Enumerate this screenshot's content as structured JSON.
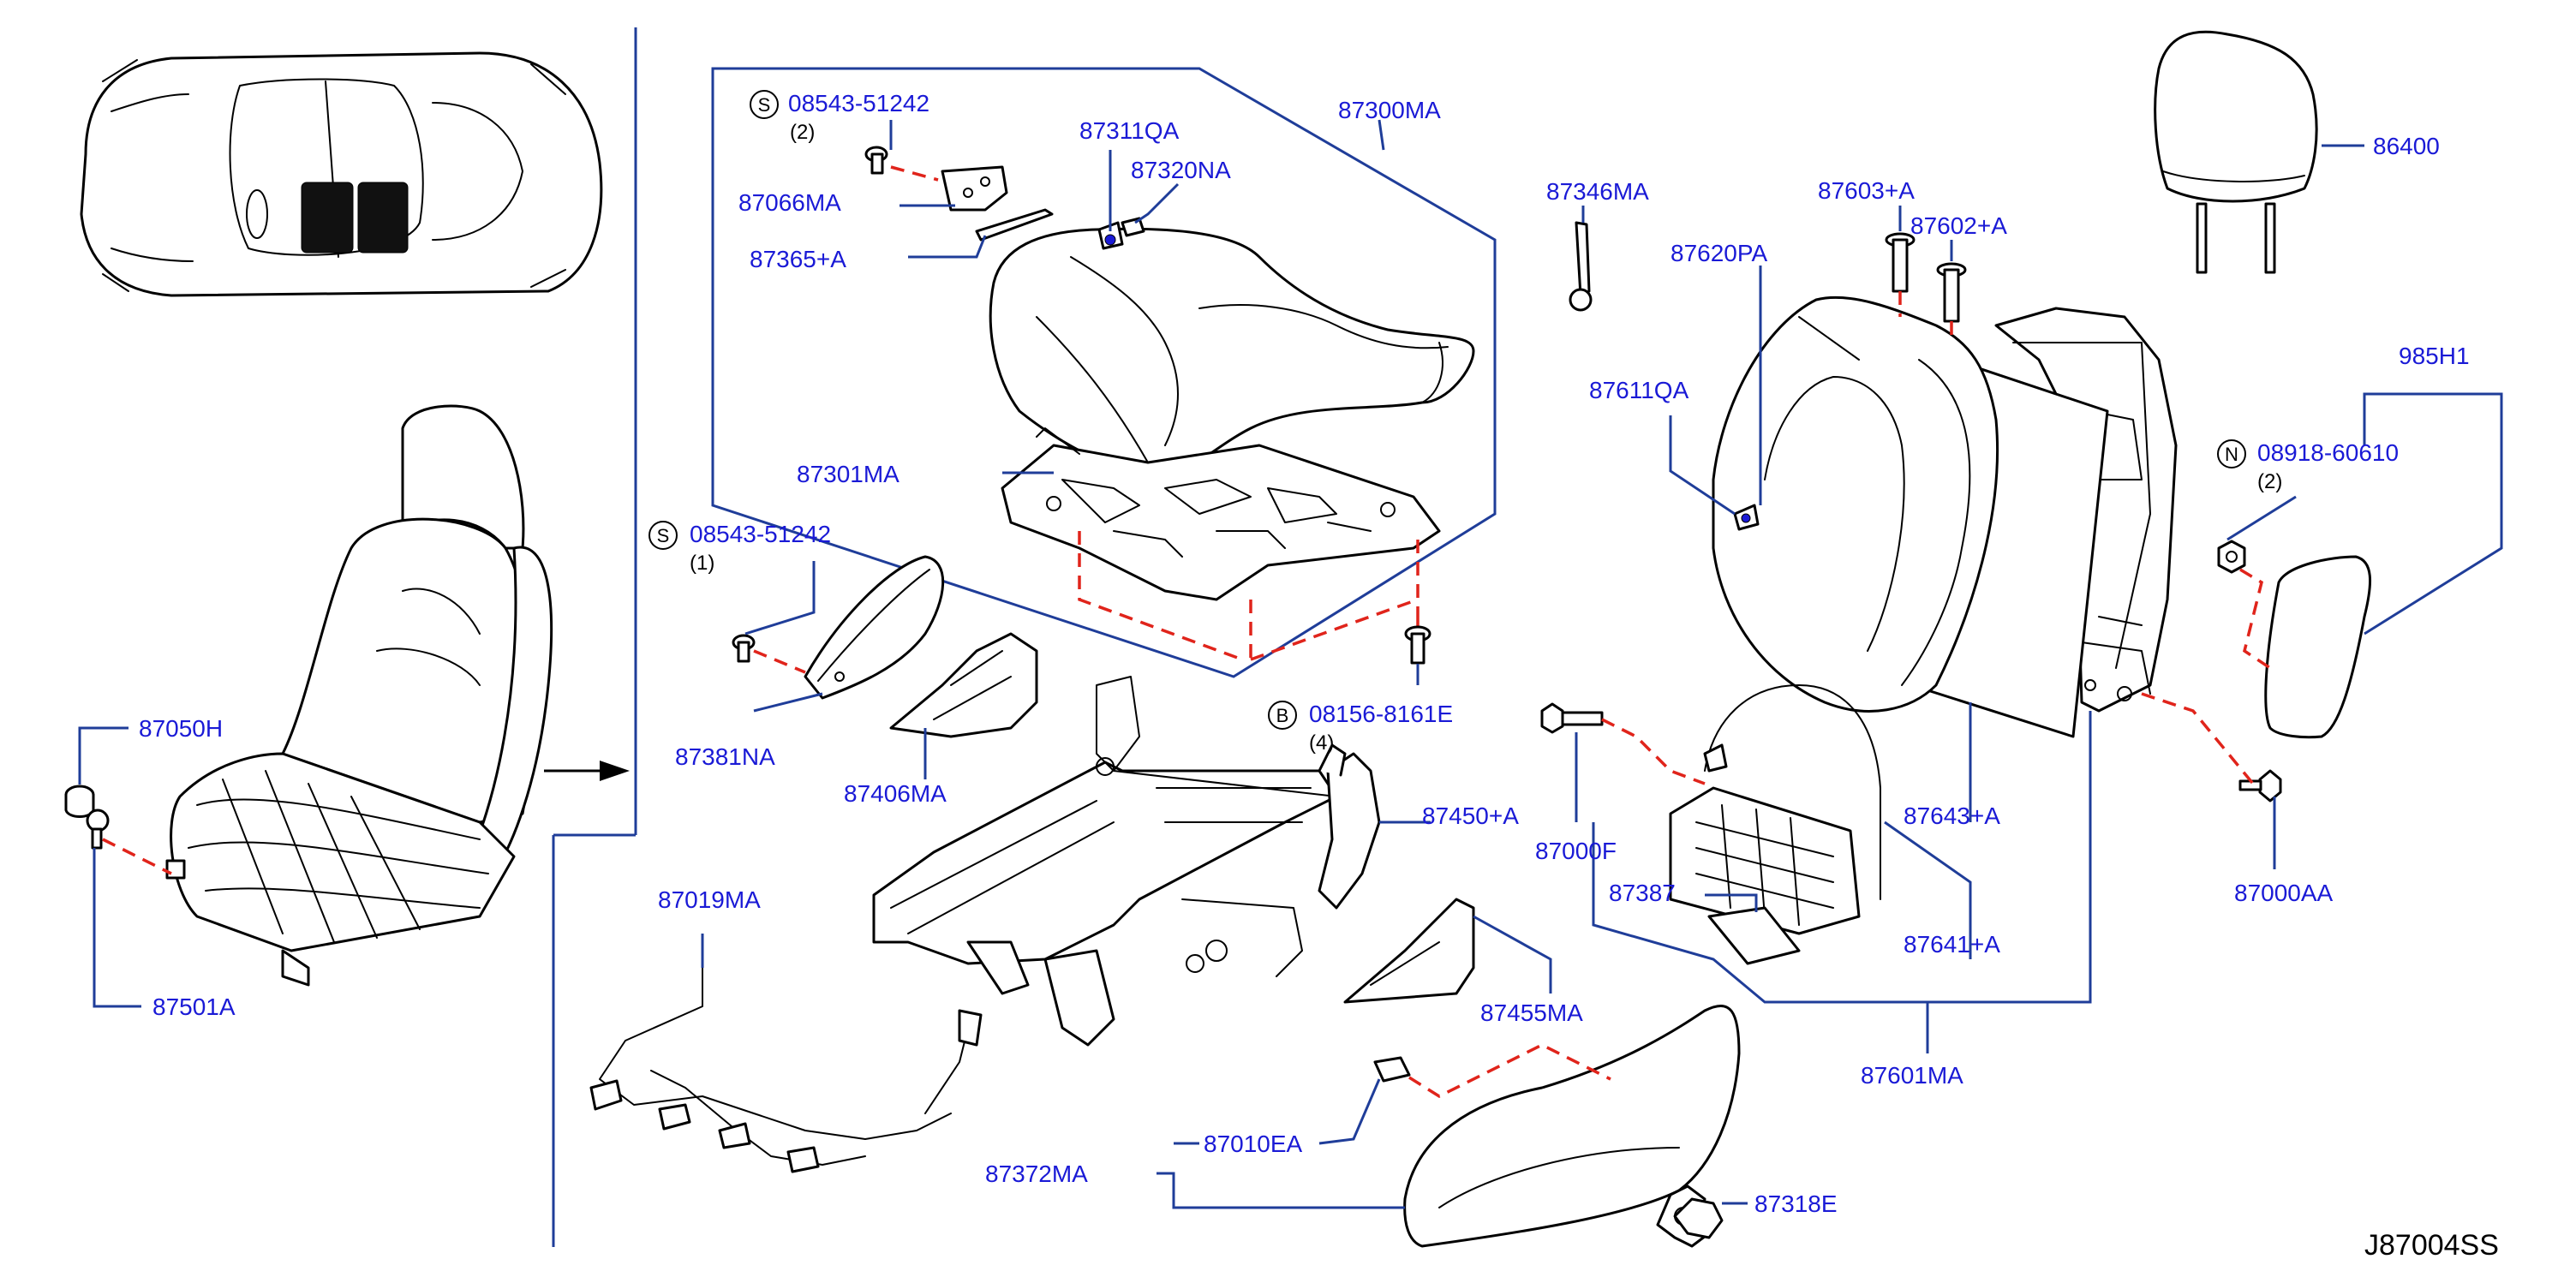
{
  "diagram_code": "J87004SS",
  "fasteners": {
    "s_top": {
      "symbol": "S",
      "number": "08543-51242",
      "qty": "(2)"
    },
    "s_left": {
      "symbol": "S",
      "number": "08543-51242",
      "qty": "(1)"
    },
    "b_bolt": {
      "symbol": "B",
      "number": "08156-8161E",
      "qty": "(4)"
    },
    "n_nut": {
      "symbol": "N",
      "number": "08918-60610",
      "qty": "(2)"
    }
  },
  "labels": {
    "p87300MA": "87300MA",
    "p87311QA": "87311QA",
    "p87320NA": "87320NA",
    "p87066MA": "87066MA",
    "p87365A": "87365+A",
    "p87301MA": "87301MA",
    "p87346MA": "87346MA",
    "p87603A": "87603+A",
    "p87602A": "87602+A",
    "p87620PA": "87620PA",
    "p87611QA": "87611QA",
    "p86400": "86400",
    "p985H1": "985H1",
    "p87050H": "87050H",
    "p87501A": "87501A",
    "p87381NA": "87381NA",
    "p87406MA": "87406MA",
    "p87450A": "87450+A",
    "p87000F": "87000F",
    "p87643A": "87643+A",
    "p87000AA": "87000AA",
    "p87387": "87387",
    "p87641A": "87641+A",
    "p87019MA": "87019MA",
    "p87455MA": "87455MA",
    "p87601MA": "87601MA",
    "p87010EA": "87010EA",
    "p87372MA": "87372MA",
    "p87318E": "87318E"
  }
}
